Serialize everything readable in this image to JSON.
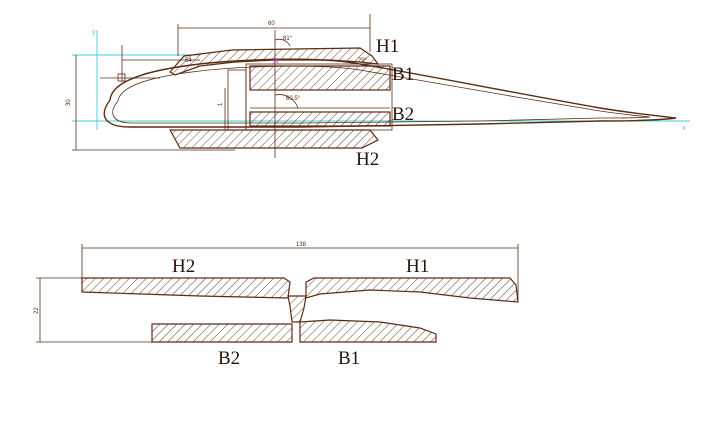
{
  "top_view": {
    "labels": {
      "h1": "H1",
      "b1": "B1",
      "b2": "B2",
      "h2": "H2"
    },
    "dims": {
      "width_60": "60",
      "offset_54": "54",
      "height_30": "30",
      "small_1": "1",
      "angle_a": "81°",
      "angle_b": "60.5°",
      "angle_c": "29°"
    },
    "axis": {
      "y": "y",
      "x": "x"
    },
    "point": "A"
  },
  "bottom_view": {
    "labels": {
      "h2": "H2",
      "h1": "H1",
      "b2": "B2",
      "b1": "B1"
    },
    "dims": {
      "length_138": "138",
      "height_22": "22"
    }
  },
  "colors": {
    "line": "#5a2c14",
    "axis": "#3fd0d8",
    "point": "#c040c0"
  }
}
